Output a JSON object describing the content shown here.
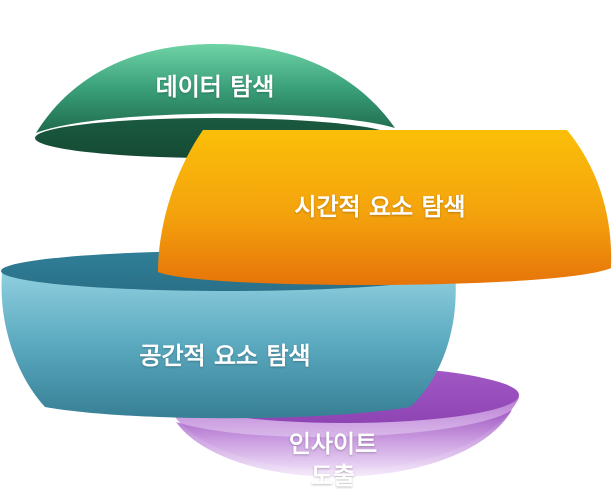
{
  "segments": {
    "data_exploration": {
      "label": "데이터 탐색",
      "color": "#2e8d66"
    },
    "time_exploration": {
      "label": "시간적 요소 탐색",
      "color": "#f29a08"
    },
    "space_exploration": {
      "label": "공간적 요소 탐색",
      "color": "#4f9db3"
    },
    "insight": {
      "label_line1": "인사이트",
      "label_line2": "도출",
      "color": "#b270cf"
    }
  }
}
